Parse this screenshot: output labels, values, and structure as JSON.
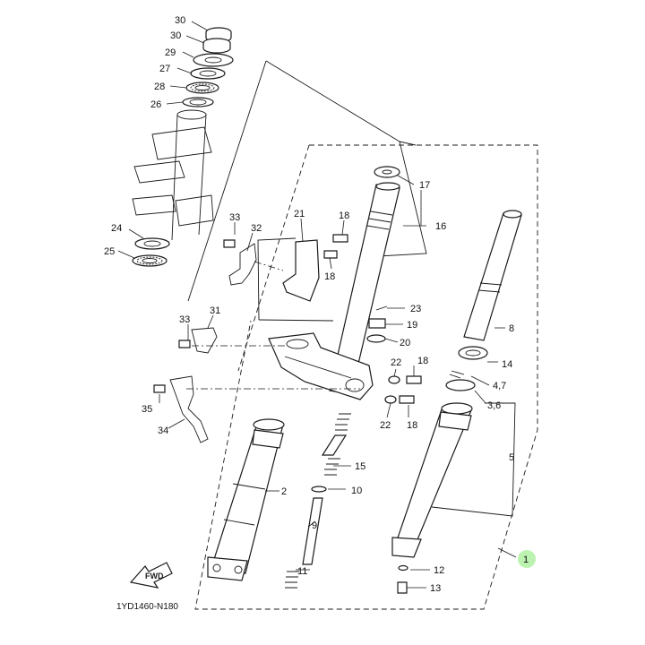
{
  "diagram": {
    "code": "1YD1460-N180",
    "fwd_label": "FWD",
    "highlight_color": "#b5f2a8",
    "callouts": {
      "c1": "1",
      "c2": "2",
      "c3_6": "3,6",
      "c4_7": "4,7",
      "c5": "5",
      "c8": "8",
      "c9": "9",
      "c10": "10",
      "c11": "11",
      "c12": "12",
      "c13": "13",
      "c14": "14",
      "c15": "15",
      "c16": "16",
      "c17": "17",
      "c18a": "18",
      "c18b": "18",
      "c18c": "18",
      "c18d": "18",
      "c19": "19",
      "c20": "20",
      "c21": "21",
      "c22a": "22",
      "c22b": "22",
      "c23": "23",
      "c24": "24",
      "c25": "25",
      "c26": "26",
      "c27": "27",
      "c28": "28",
      "c29": "29",
      "c30a": "30",
      "c30b": "30",
      "c31": "31",
      "c32": "32",
      "c33a": "33",
      "c33b": "33",
      "c34": "34",
      "c35": "35"
    }
  }
}
